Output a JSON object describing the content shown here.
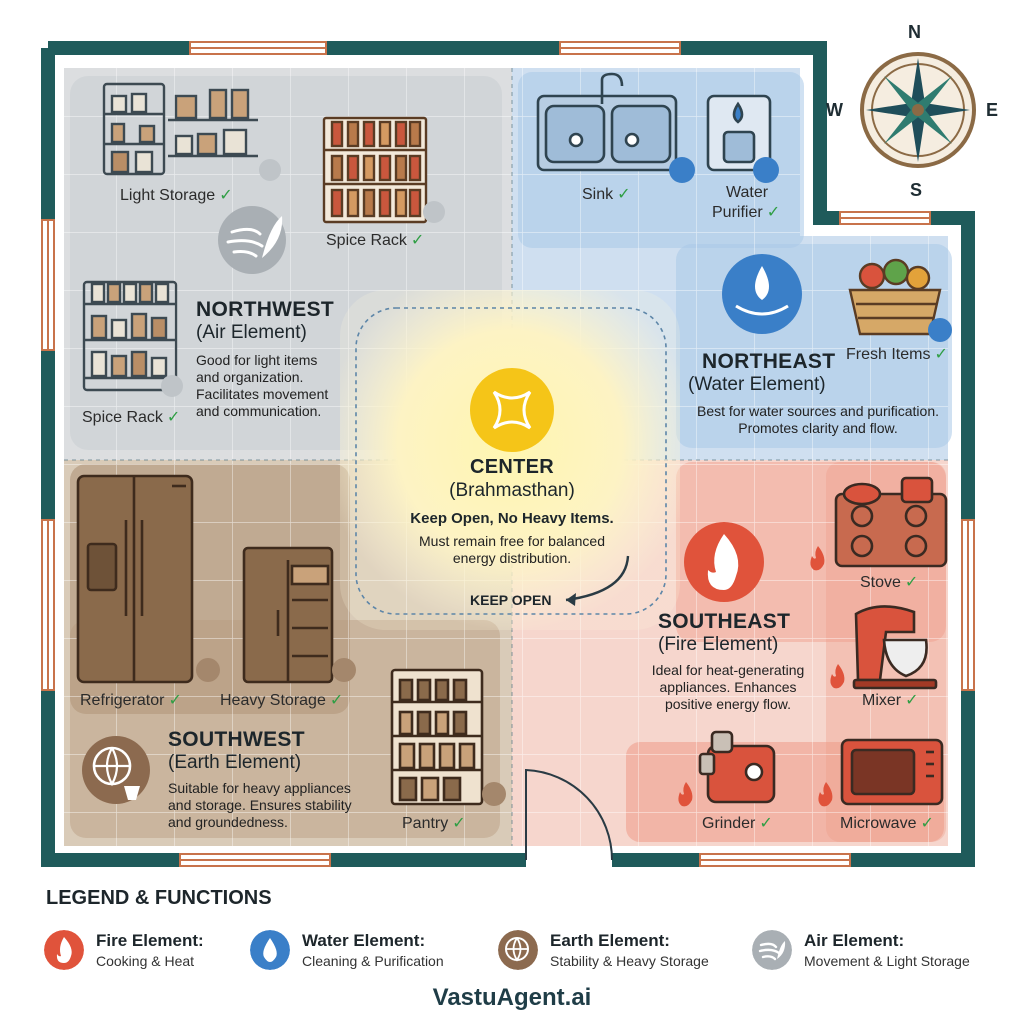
{
  "compass": {
    "n": "N",
    "e": "E",
    "s": "S",
    "w": "W"
  },
  "zones": {
    "northwest": {
      "title": "NORTHWEST",
      "subtitle": "(Air Element)",
      "desc": [
        "Good for light items",
        "and organization.",
        "Facilitates movement",
        "and communication."
      ],
      "items": {
        "light_storage": "Light Storage",
        "spice_rack_top": "Spice Rack",
        "spice_rack_left": "Spice Rack"
      }
    },
    "northeast": {
      "title": "NORTHEAST",
      "subtitle": "(Water Element)",
      "desc": [
        "Best for water sources and purification.",
        "Promotes clarity and flow."
      ],
      "items": {
        "sink": "Sink",
        "water_purifier_1": "Water",
        "water_purifier_2": "Purifier",
        "fresh_items": "Fresh Items"
      }
    },
    "center": {
      "title": "CENTER",
      "subtitle": "(Brahmasthan)",
      "rule": "Keep Open, No Heavy Items.",
      "desc": [
        "Must remain free for balanced",
        "energy distribution."
      ],
      "keep_open": "KEEP OPEN"
    },
    "southwest": {
      "title": "SOUTHWEST",
      "subtitle": "(Earth Element)",
      "desc": [
        "Suitable for heavy appliances",
        "and storage. Ensures stability",
        "and groundedness."
      ],
      "items": {
        "refrigerator": "Refrigerator",
        "heavy_storage": "Heavy Storage",
        "pantry": "Pantry"
      }
    },
    "southeast": {
      "title": "SOUTHEAST",
      "subtitle": "(Fire Element)",
      "desc": [
        "Ideal for heat-generating",
        "appliances. Enhances",
        "positive energy flow."
      ],
      "items": {
        "stove": "Stove",
        "mixer": "Mixer",
        "grinder": "Grinder",
        "microwave": "Microwave"
      }
    }
  },
  "check": "✓",
  "legend": {
    "title": "LEGEND & FUNCTIONS",
    "items": [
      {
        "title": "Fire Element:",
        "desc": "Cooking & Heat",
        "icon": "fire-icon",
        "color": "#e0533b"
      },
      {
        "title": "Water Element:",
        "desc": "Cleaning & Purification",
        "icon": "water-drop-icon",
        "color": "#3a7fc8"
      },
      {
        "title": "Earth Element:",
        "desc": "Stability & Heavy Storage",
        "icon": "globe-icon",
        "color": "#8c6a4f"
      },
      {
        "title": "Air Element:",
        "desc": "Movement & Light Storage",
        "icon": "wind-icon",
        "color": "#a9afb4"
      }
    ]
  },
  "brand": "VastuAgent.ai",
  "colors": {
    "wall": "#1f5b5b",
    "fire": "#e0533b",
    "water": "#3a7fc8",
    "earth": "#8c6a4f",
    "air": "#a9afb4",
    "center": "#f5c518"
  }
}
